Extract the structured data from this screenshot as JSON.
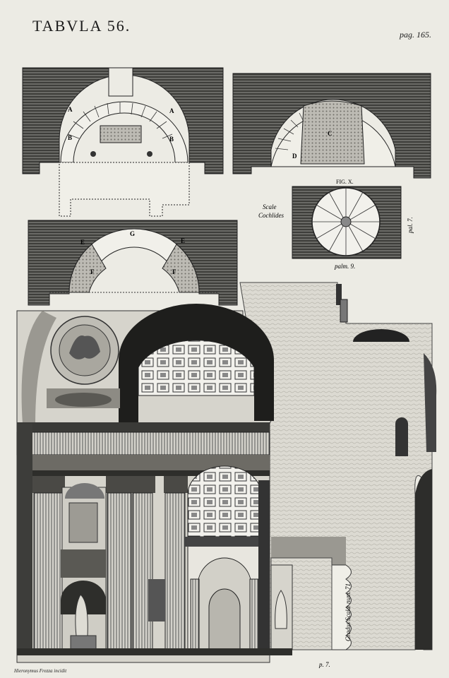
{
  "header": {
    "title": "TABVLA 56.",
    "page_ref": "pag. 165."
  },
  "plans": {
    "top_left_labels": [
      "A",
      "A",
      "B",
      "B"
    ],
    "top_right_label_c": "C",
    "top_right_label_d": "D",
    "mid_labels": {
      "g": "G",
      "e_left": "E",
      "e_right": "E",
      "f_left": "F",
      "f_right": "F"
    }
  },
  "fig_x": {
    "caption": "FIG. X.",
    "scale_line1": "Scale",
    "scale_line2": "Cochlides",
    "side_label": "pal. 7.",
    "bottom_label": "palm. 9."
  },
  "elevation": {
    "scale_label": "Gradus Scalæ num. 71.",
    "foot_label": "p. 7.",
    "engraver_credit": "Hieronymus Frezza incidit"
  }
}
